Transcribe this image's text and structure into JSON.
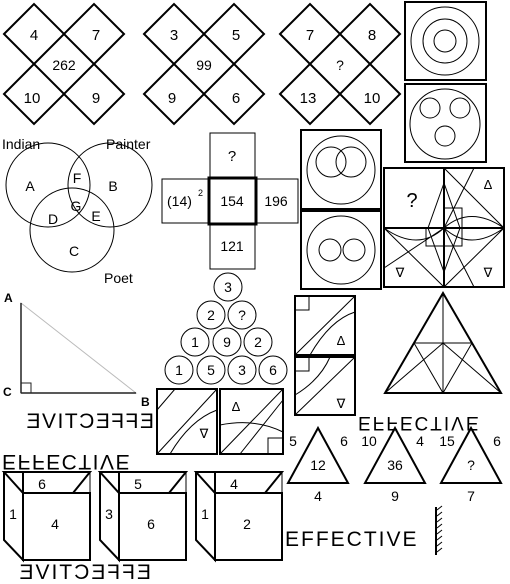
{
  "diamond_puzzles": [
    {
      "top_left": "4",
      "top_right": "7",
      "center": "262",
      "bottom_left": "10",
      "bottom_right": "9"
    },
    {
      "top_left": "3",
      "top_right": "5",
      "center": "99",
      "bottom_left": "9",
      "bottom_right": "6"
    },
    {
      "top_left": "7",
      "top_right": "8",
      "center": "?",
      "bottom_left": "13",
      "bottom_right": "10"
    }
  ],
  "venn": {
    "set_1": "Indian",
    "set_2": "Painter",
    "set_3": "Poet",
    "regions": [
      "A",
      "B",
      "C",
      "D",
      "E",
      "F",
      "G"
    ]
  },
  "cross": {
    "top": "?",
    "left": "(14)",
    "left_exp": "2",
    "center": "154",
    "right": "196",
    "bottom": "121"
  },
  "triangle": {
    "vertex_a": "A",
    "vertex_b": "B",
    "vertex_c": "C"
  },
  "pyramid": {
    "rows": [
      [
        "3"
      ],
      [
        "2",
        "?"
      ],
      [
        "1",
        "9",
        "2"
      ],
      [
        "1",
        "5",
        "3",
        "6"
      ]
    ]
  },
  "word_items": [
    {
      "text": "EFFECTIVE",
      "style": "mirrored"
    },
    {
      "text": "EFFECTIVE",
      "style": "mirrored-flipped"
    },
    {
      "text": "EFFECTIVE",
      "style": "upside-down"
    },
    {
      "text": "EFFECTIVE",
      "style": "reversed"
    },
    {
      "text": "EFFECTIVE",
      "style": "mirror-image"
    }
  ],
  "number_triangles": [
    {
      "left": "5",
      "right": "6",
      "center": "12",
      "bottom": "4"
    },
    {
      "left": "10",
      "right": "4",
      "center": "36",
      "bottom": "9"
    },
    {
      "left": "15",
      "right": "6",
      "center": "?",
      "bottom": "7"
    }
  ],
  "cubes": [
    {
      "top": "6",
      "left": "1",
      "front": "4"
    },
    {
      "top": "5",
      "left": "3",
      "front": "6"
    },
    {
      "top": "4",
      "left": "1",
      "front": "2"
    }
  ],
  "figure_puzzle": {
    "missing": "?",
    "triangle_symbol": "Δ",
    "triangle_down_symbol": "∇"
  }
}
